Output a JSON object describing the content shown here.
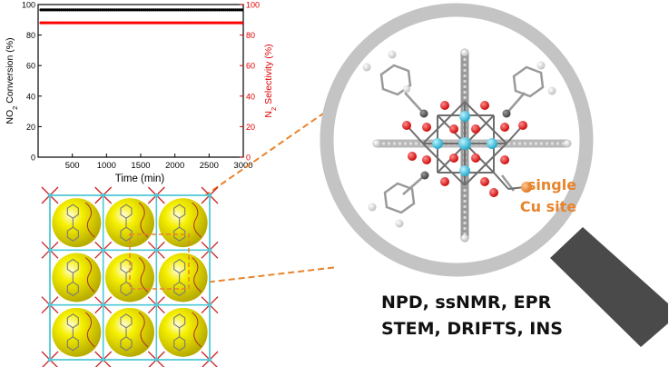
{
  "chart_data": {
    "type": "scatter",
    "x_axis": {
      "label": "Time (min)",
      "ticks": [
        "500",
        "1000",
        "1500",
        "2000",
        "2500",
        "3000"
      ],
      "range": [
        0,
        3000
      ]
    },
    "y_axis_left": {
      "label_prefix": "NO",
      "label_sub": "2",
      "label_suffix": " Conversion (%)",
      "ticks": [
        "0",
        "20",
        "40",
        "60",
        "80",
        "100"
      ],
      "range": [
        0,
        100
      ]
    },
    "y_axis_right": {
      "label_prefix": "N",
      "label_sub": "2",
      "label_suffix": " Selectivity (%)",
      "ticks": [
        "0",
        "20",
        "40",
        "60",
        "80",
        "100"
      ],
      "range": [
        0,
        100
      ]
    },
    "series": [
      {
        "axis": "left",
        "color": "#000000",
        "x_start": 40,
        "x_end": 2990,
        "x_step": 30,
        "y": 96.5
      },
      {
        "axis": "right",
        "color": "#ff0000",
        "x_start": 40,
        "x_end": 2990,
        "x_step": 30,
        "y": 88
      }
    ],
    "grid": false
  },
  "magnifier": {
    "label_line1": "single",
    "label_line2": "Cu site",
    "label_color": "#e8842c"
  },
  "colors": {
    "zoom_lines": "#e8842c",
    "lens_rim": "#c4c4c4",
    "handle": "#4a4a4a",
    "pore": "#f0e800",
    "frame": "#4ec8d6",
    "linker": "#cc2020"
  },
  "captions": {
    "line1": "NPD, ssNMR, EPR",
    "line2": "STEM, DRIFTS, INS"
  }
}
